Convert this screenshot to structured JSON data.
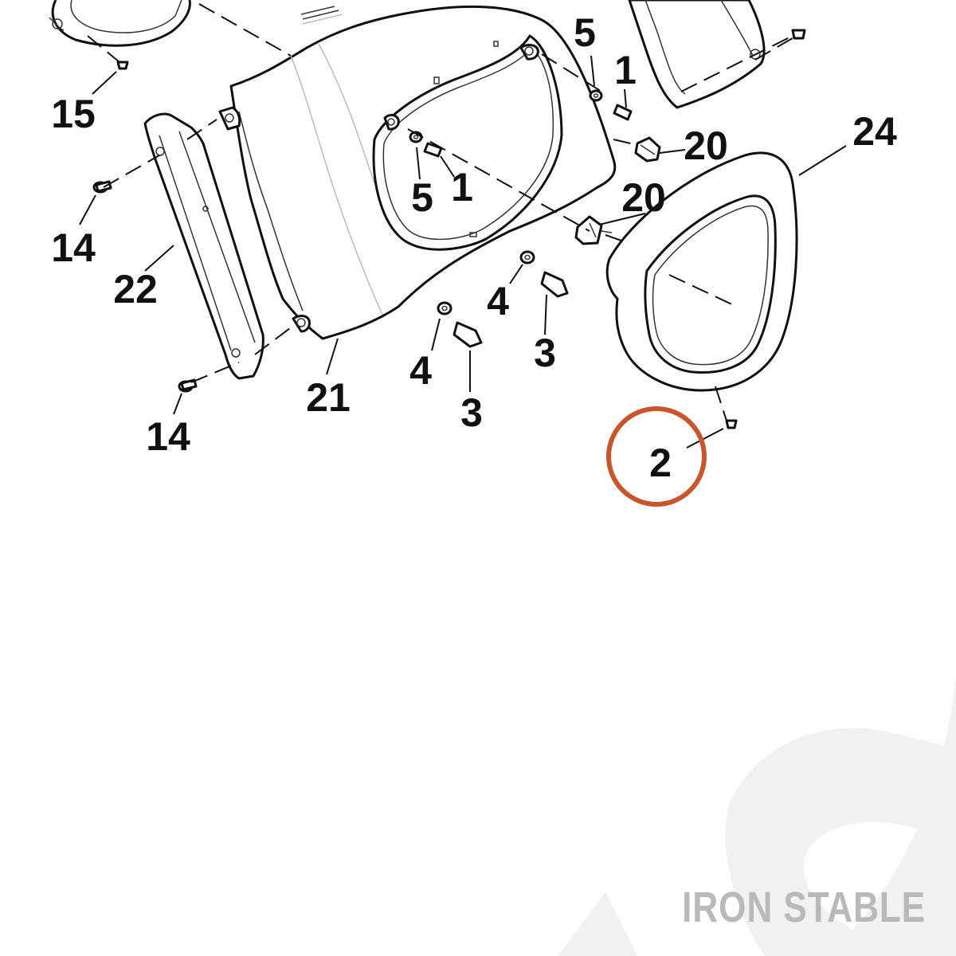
{
  "diagram": {
    "callouts": [
      {
        "id": "c15",
        "label": "15"
      },
      {
        "id": "c14a",
        "label": "14"
      },
      {
        "id": "c22",
        "label": "22"
      },
      {
        "id": "c14b",
        "label": "14"
      },
      {
        "id": "c21",
        "label": "21"
      },
      {
        "id": "c5a",
        "label": "5"
      },
      {
        "id": "c1a",
        "label": "1"
      },
      {
        "id": "c5b",
        "label": "5"
      },
      {
        "id": "c1b",
        "label": "1"
      },
      {
        "id": "c20a",
        "label": "20"
      },
      {
        "id": "c20b",
        "label": "20"
      },
      {
        "id": "c24",
        "label": "24"
      },
      {
        "id": "c4a",
        "label": "4"
      },
      {
        "id": "c3a",
        "label": "3"
      },
      {
        "id": "c4b",
        "label": "4"
      },
      {
        "id": "c3b",
        "label": "3"
      },
      {
        "id": "c2",
        "label": "2"
      }
    ],
    "highlight": {
      "label": "2",
      "color": "#c8552b"
    }
  },
  "watermark": {
    "text": "IRON STABLE",
    "color": "#b9b9b9",
    "shape_color": "#f1f1f1"
  }
}
